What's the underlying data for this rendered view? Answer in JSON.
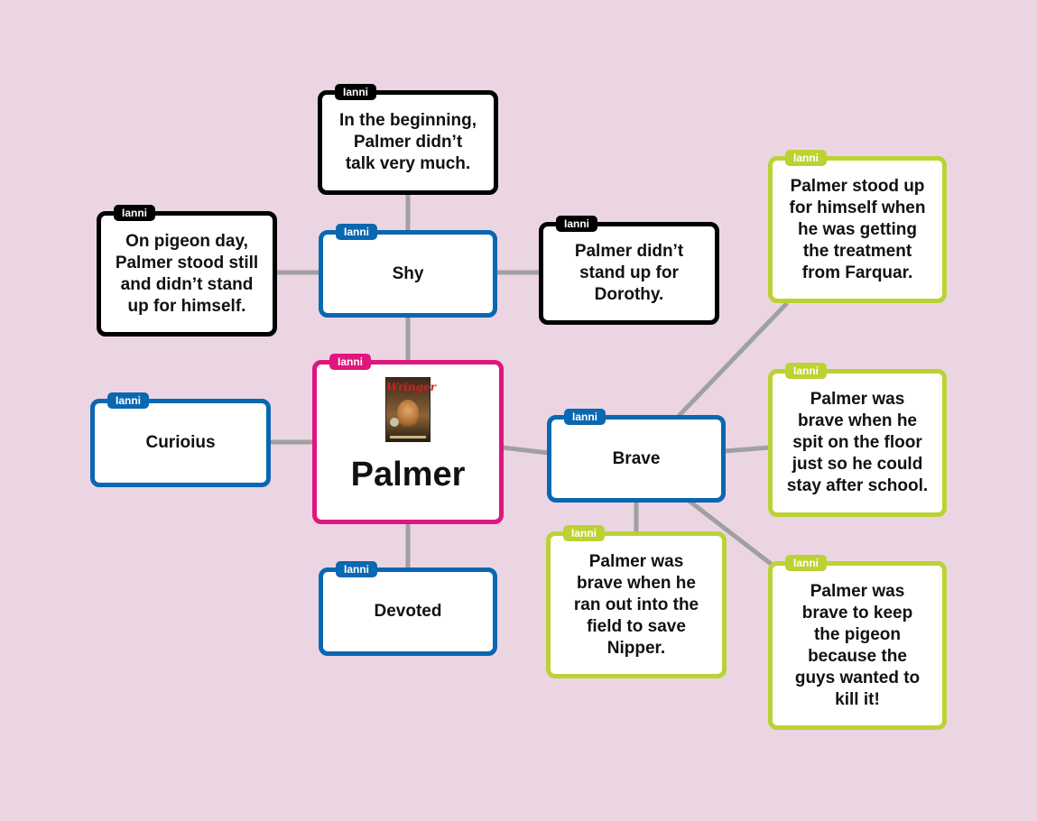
{
  "colors": {
    "background": "#ecd5e3",
    "connector": "#a0a0a0",
    "black": "#000000",
    "blue": "#0a67b1",
    "pink": "#e0157d",
    "green": "#bcd234"
  },
  "central": {
    "tag": "Ianni",
    "title": "Palmer",
    "book_cover_title": "Wringer"
  },
  "nodes": {
    "shy": {
      "tag": "Ianni",
      "text": "Shy"
    },
    "curious": {
      "tag": "Ianni",
      "text": "Curioius"
    },
    "devoted": {
      "tag": "Ianni",
      "text": "Devoted"
    },
    "brave": {
      "tag": "Ianni",
      "text": "Brave"
    },
    "shy_beginning": {
      "tag": "Ianni",
      "text": "In the beginning,\nPalmer didn’t\ntalk very much."
    },
    "shy_pigeon_day": {
      "tag": "Ianni",
      "text": "On pigeon day,\nPalmer stood still\nand didn’t stand\nup for himself."
    },
    "shy_dorothy": {
      "tag": "Ianni",
      "text": "Palmer didn’t\nstand up for\nDorothy."
    },
    "brave_farquar": {
      "tag": "Ianni",
      "text": "Palmer stood up\nfor himself when\nhe was getting\nthe treatment\nfrom Farquar."
    },
    "brave_spit": {
      "tag": "Ianni",
      "text": "Palmer was\nbrave when he\nspit on the floor\njust so he could\nstay after school."
    },
    "brave_nipper": {
      "tag": "Ianni",
      "text": "Palmer was\nbrave when he\nran out into the\nfield to save\nNipper."
    },
    "brave_pigeon": {
      "tag": "Ianni",
      "text": "Palmer was\nbrave to keep\nthe pigeon\nbecause the\nguys wanted to\nkill it!"
    }
  }
}
